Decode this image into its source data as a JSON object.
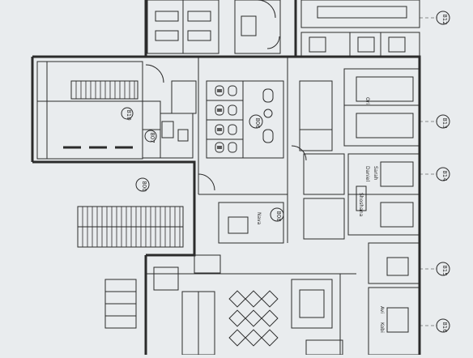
{
  "plan": {
    "room_labels": {
      "r800": "800",
      "r806": "806",
      "r807": "807",
      "r808": "808",
      "r810": "810",
      "r812": "812",
      "r813": "813",
      "r814": "814",
      "r815": "815",
      "r816": "816"
    },
    "names": {
      "daniel": "Daniel",
      "sarah": "Sarah",
      "shoshana": "Shoshana",
      "avi": "Avi",
      "kobi": "Kobi",
      "nava": "Nava",
      "ori": "Ori"
    }
  },
  "colors": {
    "paper": "#e9ecee",
    "ink": "#2b2b2b",
    "fill": "#5a5a5a"
  }
}
